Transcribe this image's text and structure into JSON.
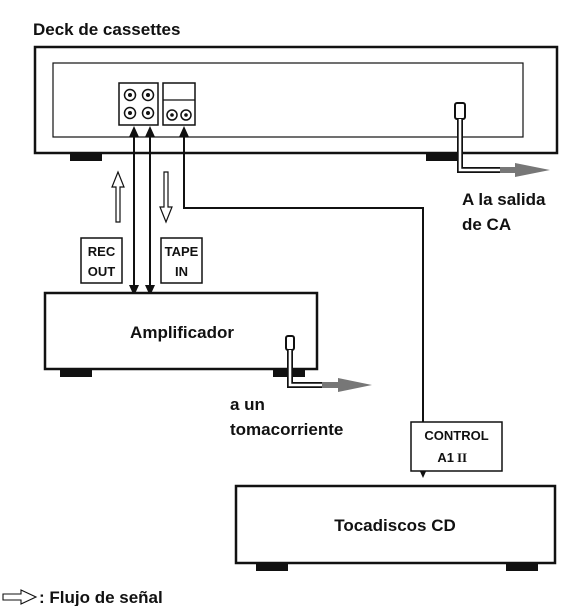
{
  "title": "Deck de cassettes",
  "labels": {
    "ac_outlet_line1": "A la salida",
    "ac_outlet_line2": "de CA",
    "rec_line1": "REC",
    "rec_line2": "OUT",
    "tape_line1": "TAPE",
    "tape_line2": "IN",
    "amplifier": "Amplificador",
    "amp_outlet_line1": "a un",
    "amp_outlet_line2": "tomacorriente",
    "control_line1": "CONTROL",
    "control_line2": "A1",
    "control_line2_suffix": "II",
    "cd_player": "Tocadiscos CD",
    "legend_text": ": Flujo de señal"
  },
  "icons": {
    "signal_flow": "hollow-arrow",
    "outlet_flow": "solid-arrow",
    "jacks": "rca-jack"
  },
  "colors": {
    "line": "#111111",
    "arrow_gray": "#777777",
    "device_fill": "#ffffff"
  }
}
